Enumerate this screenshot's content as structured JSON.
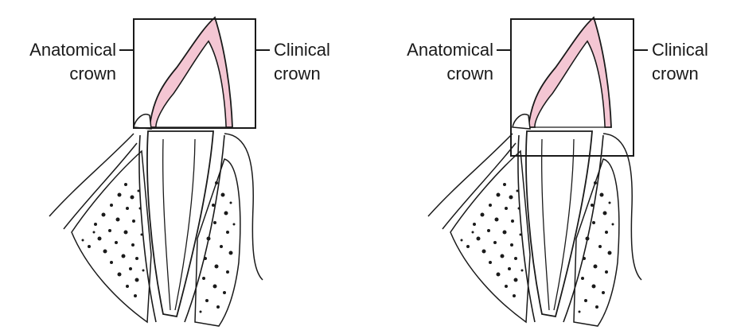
{
  "colors": {
    "enamel": "#f4c6d3",
    "outline": "#1a1a1a",
    "background": "#ffffff"
  },
  "panels": [
    {
      "anatomical": {
        "line1": "Anatomical",
        "line2": "crown"
      },
      "clinical": {
        "line1": "Clinical",
        "line2": "crown"
      }
    },
    {
      "anatomical": {
        "line1": "Anatomical",
        "line2": "crown"
      },
      "clinical": {
        "line1": "Clinical",
        "line2": "crown"
      }
    }
  ]
}
